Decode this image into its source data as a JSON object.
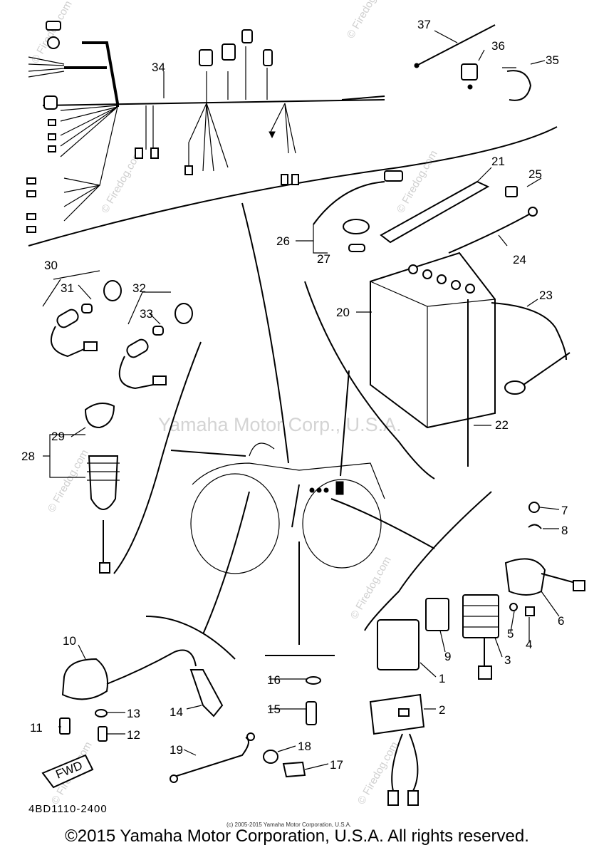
{
  "callouts": {
    "c1": "1",
    "c2": "2",
    "c3": "3",
    "c4": "4",
    "c5": "5",
    "c6": "6",
    "c7": "7",
    "c8": "8",
    "c9": "9",
    "c10": "10",
    "c11": "11",
    "c12": "12",
    "c13": "13",
    "c14": "14",
    "c15": "15",
    "c16": "16",
    "c17": "17",
    "c18": "18",
    "c19": "19",
    "c20": "20",
    "c21": "21",
    "c22": "22",
    "c23": "23",
    "c24": "24",
    "c25": "25",
    "c26": "26",
    "c27": "27",
    "c28": "28",
    "c29": "29",
    "c30": "30",
    "c31": "31",
    "c32": "32",
    "c33": "33",
    "c34": "34",
    "c35": "35",
    "c36": "36",
    "c37": "37"
  },
  "fwd_label": "FWD",
  "diagram_code": "4BD1110-2400",
  "center_watermark": "Yamaha Motor Corp., U.S.A.",
  "small_copyright": "(c) 2005-2015 Yamaha Motor Corporation, U.S.A.",
  "watermark_text": "© Firedog.com",
  "footer_copyright": "©2015 Yamaha Motor Corporation, U.S.A. All rights reserved."
}
